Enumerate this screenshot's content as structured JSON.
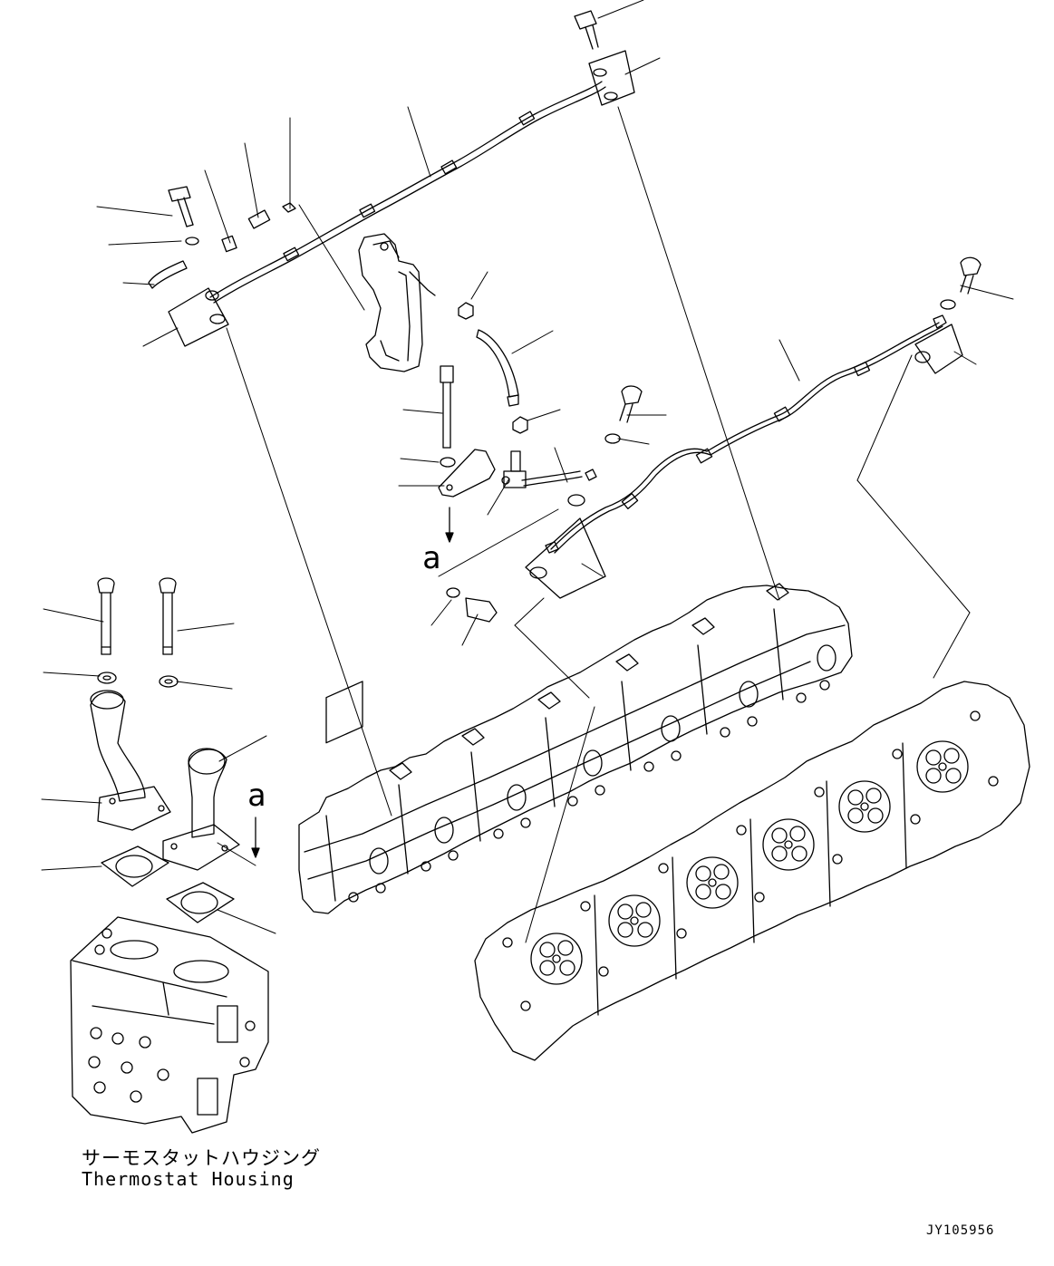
{
  "diagram": {
    "reference_mark_1": "a",
    "reference_mark_2": "a",
    "caption_japanese": "サーモスタットハウジング",
    "caption_english": "Thermostat Housing",
    "drawing_number": "JY105956"
  },
  "colors": {
    "line": "#000000",
    "background": "#ffffff"
  }
}
